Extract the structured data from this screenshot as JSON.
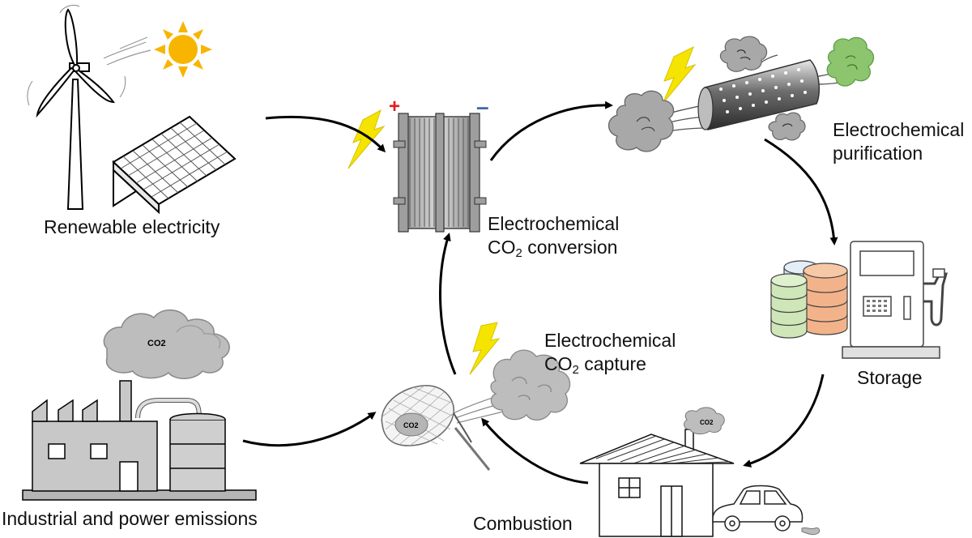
{
  "diagram": {
    "labels": {
      "renewable": "Renewable electricity",
      "industrial": "Industrial and power emissions",
      "conversion_line1": "Electrochemical",
      "conversion_co": "CO",
      "conversion_sub": "2",
      "conversion_rest": " conversion",
      "capture_line1": "Electrochemical",
      "capture_co": "CO",
      "capture_sub": "2",
      "capture_rest": " capture",
      "purification_line1": "Electrochemical",
      "purification_line2": "purification",
      "storage": "Storage",
      "combustion": "Combustion"
    },
    "badges": {
      "factory_cloud": "CO2",
      "net": "CO2",
      "house_smoke": "CO2"
    },
    "electrodes": {
      "positive": "+",
      "negative": "–"
    },
    "colors": {
      "lightning": "#f5e400",
      "sun": "#f7b500",
      "positive": "#e31b1b",
      "negative": "#4169a8",
      "tank_orange": "#f3b38a",
      "tank_green": "#cfe7b8",
      "tank_blue": "#cfe3f3",
      "green_cloud": "#8cc56e",
      "gray_cloud": "#a8a8a8"
    },
    "icons": [
      "wind-turbine-icon",
      "sun-icon",
      "solar-panel-icon",
      "factory-icon",
      "electrolyzer-icon",
      "lightning-icon",
      "membrane-tube-icon",
      "storage-tanks-icon",
      "fuel-pump-icon",
      "house-icon",
      "car-icon",
      "capture-net-icon"
    ]
  }
}
